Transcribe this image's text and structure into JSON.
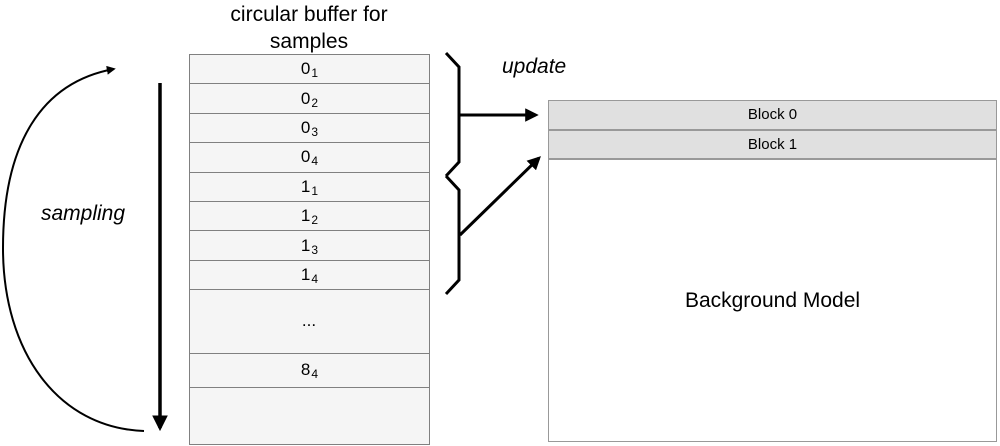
{
  "buffer": {
    "title_line1": "circular buffer for",
    "title_line2": "samples",
    "cells": [
      {
        "value": "0",
        "sub": "1"
      },
      {
        "value": "0",
        "sub": "2"
      },
      {
        "value": "0",
        "sub": "3"
      },
      {
        "value": "0",
        "sub": "4"
      },
      {
        "value": "1",
        "sub": "1"
      },
      {
        "value": "1",
        "sub": "2"
      },
      {
        "value": "1",
        "sub": "3"
      },
      {
        "value": "1",
        "sub": "4"
      },
      {
        "value": "...",
        "sub": ""
      },
      {
        "value": "8",
        "sub": "4"
      },
      {
        "value": "",
        "sub": ""
      }
    ]
  },
  "labels": {
    "sampling": "sampling",
    "update": "update"
  },
  "model": {
    "blocks": [
      "Block 0",
      "Block 1"
    ],
    "title": "Background Model"
  },
  "colors": {
    "cell_fill": "#f5f5f5",
    "cell_border": "#808080",
    "block_fill": "#e0e0e0",
    "block_border": "#999999",
    "arrow": "#000000",
    "background": "#ffffff"
  }
}
